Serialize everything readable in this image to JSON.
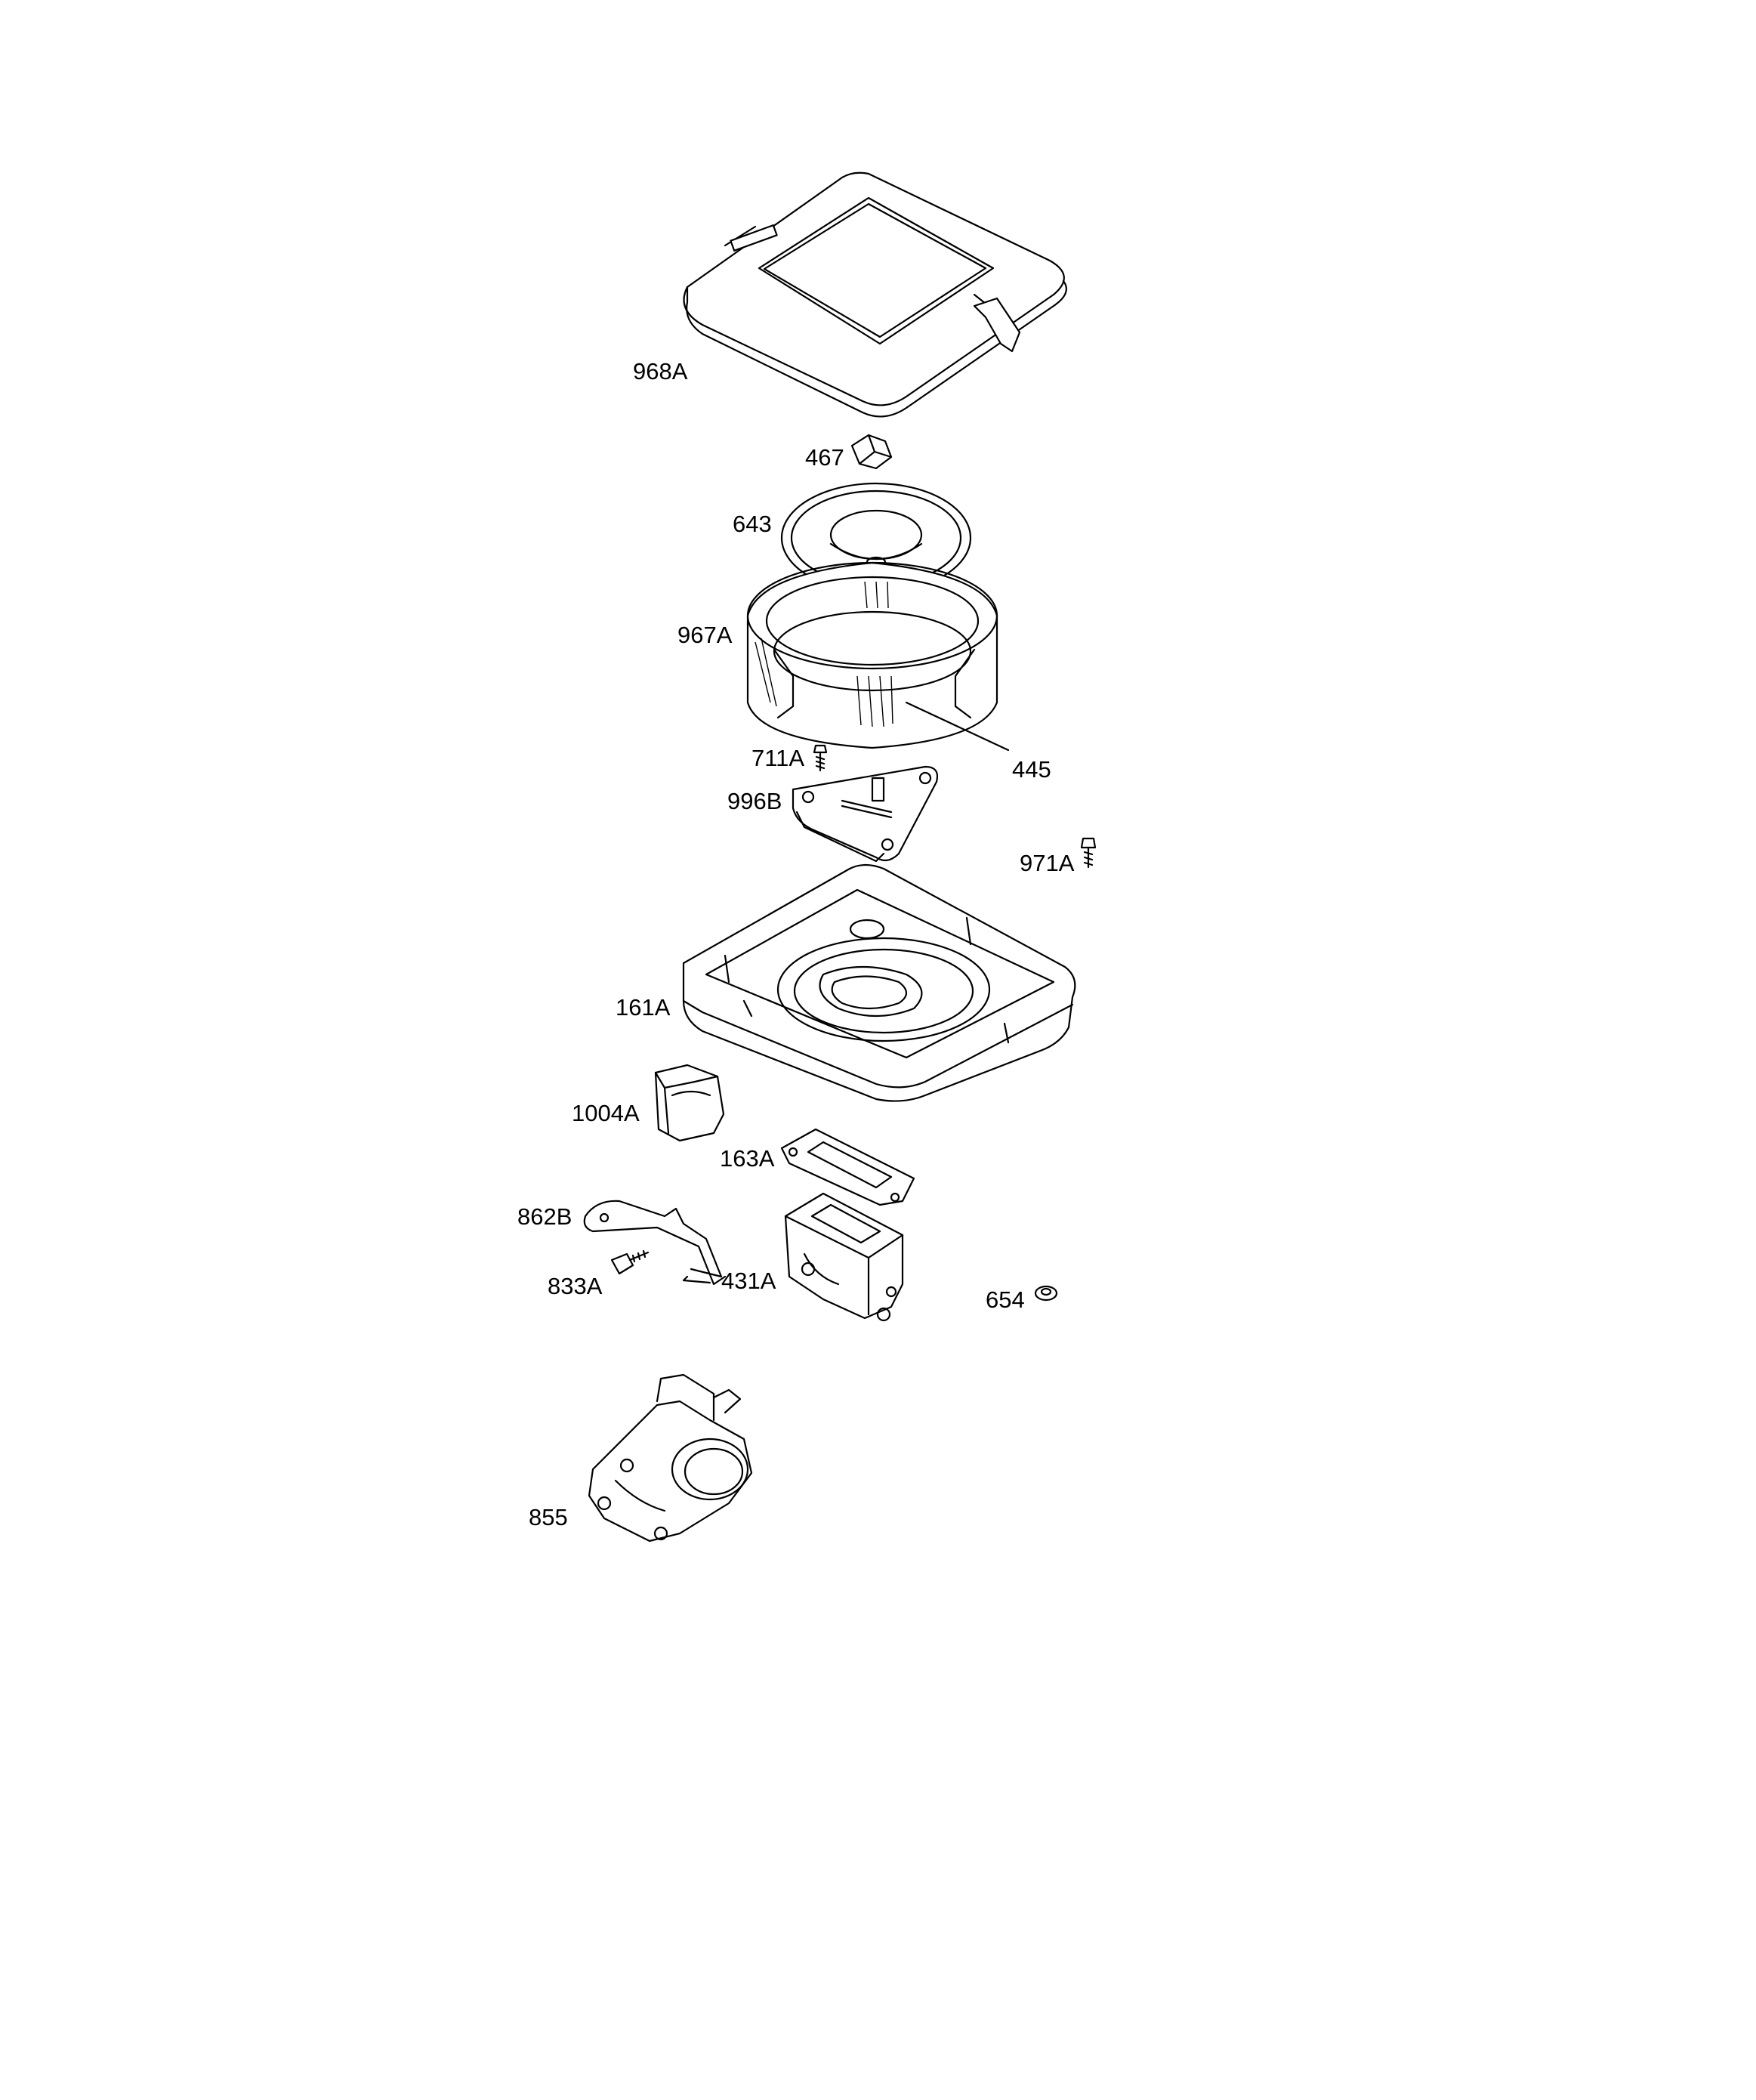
{
  "labels": {
    "p968A": "968A",
    "p467": "467",
    "p643": "643",
    "p967A": "967A",
    "p445": "445",
    "p711A": "711A",
    "p996B": "996B",
    "p971A": "971A",
    "p161A": "161A",
    "p1004A": "1004A",
    "p163A": "163A",
    "p862B": "862B",
    "p833A": "833A",
    "p431A": "431A",
    "p654": "654",
    "p855": "855"
  }
}
